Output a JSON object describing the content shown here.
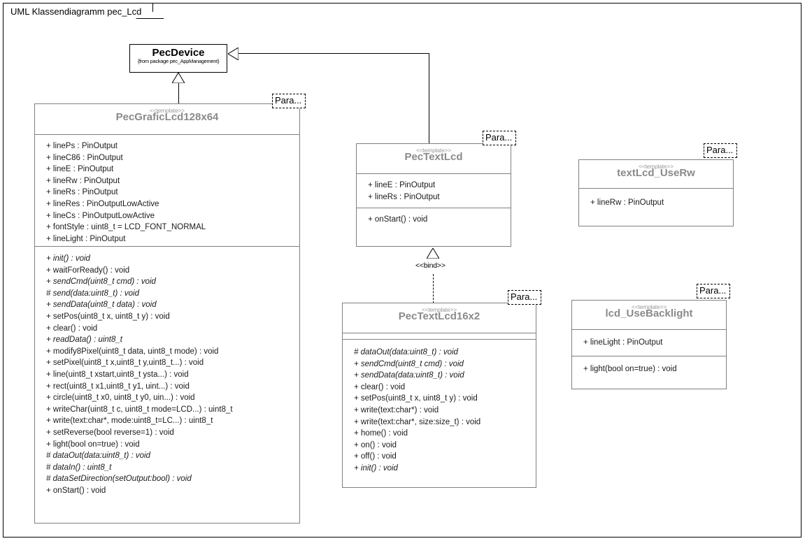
{
  "diagram": {
    "title": "UML Klassendiagramm pec_Lcd",
    "stereotype_template": "<<template>>",
    "param_box_label": "Para...",
    "bind_label": "<<bind>>"
  },
  "classes": {
    "pec_device": {
      "name": "PecDevice",
      "subtitle": "{from package pec_AppManagement}"
    },
    "pec_grafic_lcd": {
      "stereotype": "<<template>>",
      "name": "PecGraficLcd128x64",
      "attributes": [
        "+ linePs : PinOutput",
        "+ lineC86 : PinOutput",
        "+ lineE : PinOutput",
        "+ lineRw : PinOutput",
        "+ lineRs : PinOutput",
        "+ lineRes : PinOutputLowActive",
        "+ lineCs : PinOutputLowActive",
        "+ fontStyle : uint8_t = LCD_FONT_NORMAL",
        "+ lineLight : PinOutput"
      ],
      "operations": [
        {
          "text": "+ init() : void",
          "abstract": true
        },
        {
          "text": "+ waitForReady() : void",
          "abstract": false
        },
        {
          "text": "+ sendCmd(uint8_t cmd) : void",
          "abstract": true
        },
        {
          "text": "# send(data:uint8_t) : void",
          "abstract": true
        },
        {
          "text": "+ sendData(uint8_t data) : void",
          "abstract": true
        },
        {
          "text": "+ setPos(uint8_t x, uint8_t y) : void",
          "abstract": false
        },
        {
          "text": "+ clear() : void",
          "abstract": false
        },
        {
          "text": "+ readData() : uint8_t",
          "abstract": true
        },
        {
          "text": "+ modify8Pixel(uint8_t data, uint8_t mode) : void",
          "abstract": false
        },
        {
          "text": "+ setPixel(uint8_t x,uint8_t y,uint8_t...) : void",
          "abstract": false
        },
        {
          "text": "+ line(uint8_t xstart,uint8_t ysta...) : void",
          "abstract": false
        },
        {
          "text": "+ rect(uint8_t x1,uint8_t y1, uint...) : void",
          "abstract": false
        },
        {
          "text": "+ circle(uint8_t x0, uint8_t y0, uin...) : void",
          "abstract": false
        },
        {
          "text": "+ writeChar(uint8_t c, uint8_t mode=LCD...) : uint8_t",
          "abstract": false
        },
        {
          "text": "+ write(text:char*, mode:uint8_t=LC...) : uint8_t",
          "abstract": false
        },
        {
          "text": "+ setReverse(bool reverse=1) : void",
          "abstract": false
        },
        {
          "text": "+ light(bool on=true) : void",
          "abstract": false
        },
        {
          "text": "# dataOut(data:uint8_t) : void",
          "abstract": true
        },
        {
          "text": "# dataIn() : uint8_t",
          "abstract": true
        },
        {
          "text": "# dataSetDirection(setOutput:bool) : void",
          "abstract": true
        },
        {
          "text": "+ onStart() : void",
          "abstract": false
        }
      ]
    },
    "pec_text_lcd": {
      "stereotype": "<<template>>",
      "name": "PecTextLcd",
      "attributes": [
        "+ lineE : PinOutput",
        "+ lineRs : PinOutput"
      ],
      "operations": [
        {
          "text": "+ onStart() : void",
          "abstract": false
        }
      ]
    },
    "text_lcd_use_rw": {
      "stereotype": "<<template>>",
      "name": "textLcd_UseRw",
      "attributes": [
        "+ lineRw : PinOutput"
      ],
      "operations": []
    },
    "pec_text_lcd_16x2": {
      "stereotype": "<<template>>",
      "name": "PecTextLcd16x2",
      "attributes": [],
      "operations": [
        {
          "text": "# dataOut(data:uint8_t) : void",
          "abstract": true
        },
        {
          "text": "+ sendCmd(uint8_t cmd) : void",
          "abstract": true
        },
        {
          "text": "+ sendData(data:uint8_t) : void",
          "abstract": true
        },
        {
          "text": "+ clear() : void",
          "abstract": false
        },
        {
          "text": "+ setPos(uint8_t x, uint8_t y) : void",
          "abstract": false
        },
        {
          "text": "+ write(text:char*) : void",
          "abstract": false
        },
        {
          "text": "+ write(text:char*, size:size_t) : void",
          "abstract": false
        },
        {
          "text": "+ home() : void",
          "abstract": false
        },
        {
          "text": "+ on() : void",
          "abstract": false
        },
        {
          "text": "+ off() : void",
          "abstract": false
        },
        {
          "text": "+ init() : void",
          "abstract": true
        }
      ]
    },
    "lcd_use_backlight": {
      "stereotype": "<<template>>",
      "name": "lcd_UseBacklight",
      "attributes": [
        "+ lineLight : PinOutput"
      ],
      "operations": [
        {
          "text": "+ light(bool on=true) : void",
          "abstract": false
        }
      ]
    }
  },
  "param_boxes": {
    "grafic": "Para...",
    "text_lcd": "Para...",
    "use_rw": "Para...",
    "lcd16x2": "Para...",
    "backlight": "Para..."
  },
  "relations": {
    "bind": "<<bind>>"
  },
  "colors": {
    "frame_border": "#000000",
    "class_border": "#808080",
    "class_name": "#8a8a8a",
    "stereotype": "#9a9a9a",
    "member_text": "#1a1a1a",
    "connector": "#000000",
    "background": "#ffffff"
  }
}
